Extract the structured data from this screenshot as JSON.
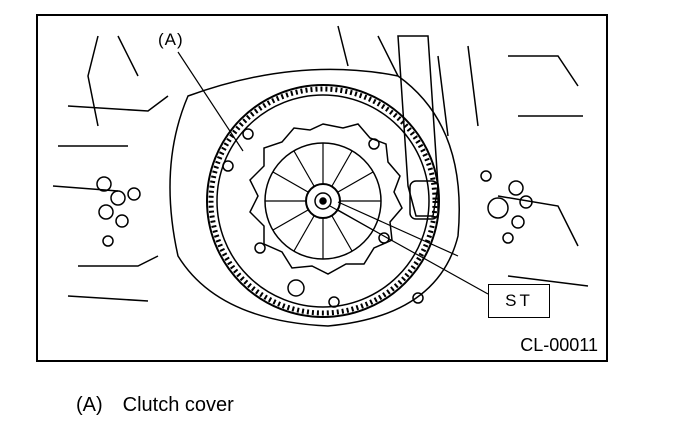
{
  "figure": {
    "callout_a": "(A)",
    "special_tool_label": "ST",
    "figure_code": "CL-00011"
  },
  "legend": [
    {
      "key": "(A)",
      "text": "Clutch cover"
    }
  ]
}
